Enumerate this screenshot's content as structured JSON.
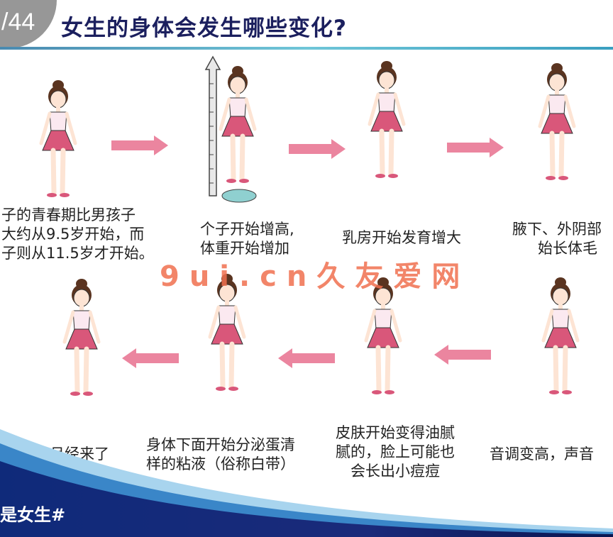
{
  "header": {
    "title": "女生的身体会发生哪些变化?",
    "page_indicator": "/44"
  },
  "stages": [
    {
      "caption_lines": [
        "子的青春期比男孩子",
        "大约从9.5岁开始，而",
        "子则从11.5岁才开始。"
      ]
    },
    {
      "caption_lines": [
        "个子开始增高,",
        "体重开始增加"
      ]
    },
    {
      "caption_lines": [
        "乳房开始发育增大"
      ]
    },
    {
      "caption_lines": [
        "腋下、外阴部",
        "始长体毛"
      ]
    },
    {
      "caption_lines": [
        "音调变高，声音"
      ]
    },
    {
      "caption_lines": [
        "皮肤开始变得油腻",
        "腻的，脸上可能也",
        "会长出小痘痘"
      ]
    },
    {
      "caption_lines": [
        "身体下面开始分泌蛋清",
        "样的粘液（俗称白带）"
      ]
    },
    {
      "caption_lines": [
        "月经来了"
      ]
    }
  ],
  "watermark": "9ui.cn久友爱网",
  "footer": {
    "text": "是女生#"
  },
  "colors": {
    "title": "#1b1f5e",
    "skirt": "#d9577a",
    "arrow": "#e8708e",
    "footer": "#14206a",
    "accent_line": "#6fc6d8"
  }
}
